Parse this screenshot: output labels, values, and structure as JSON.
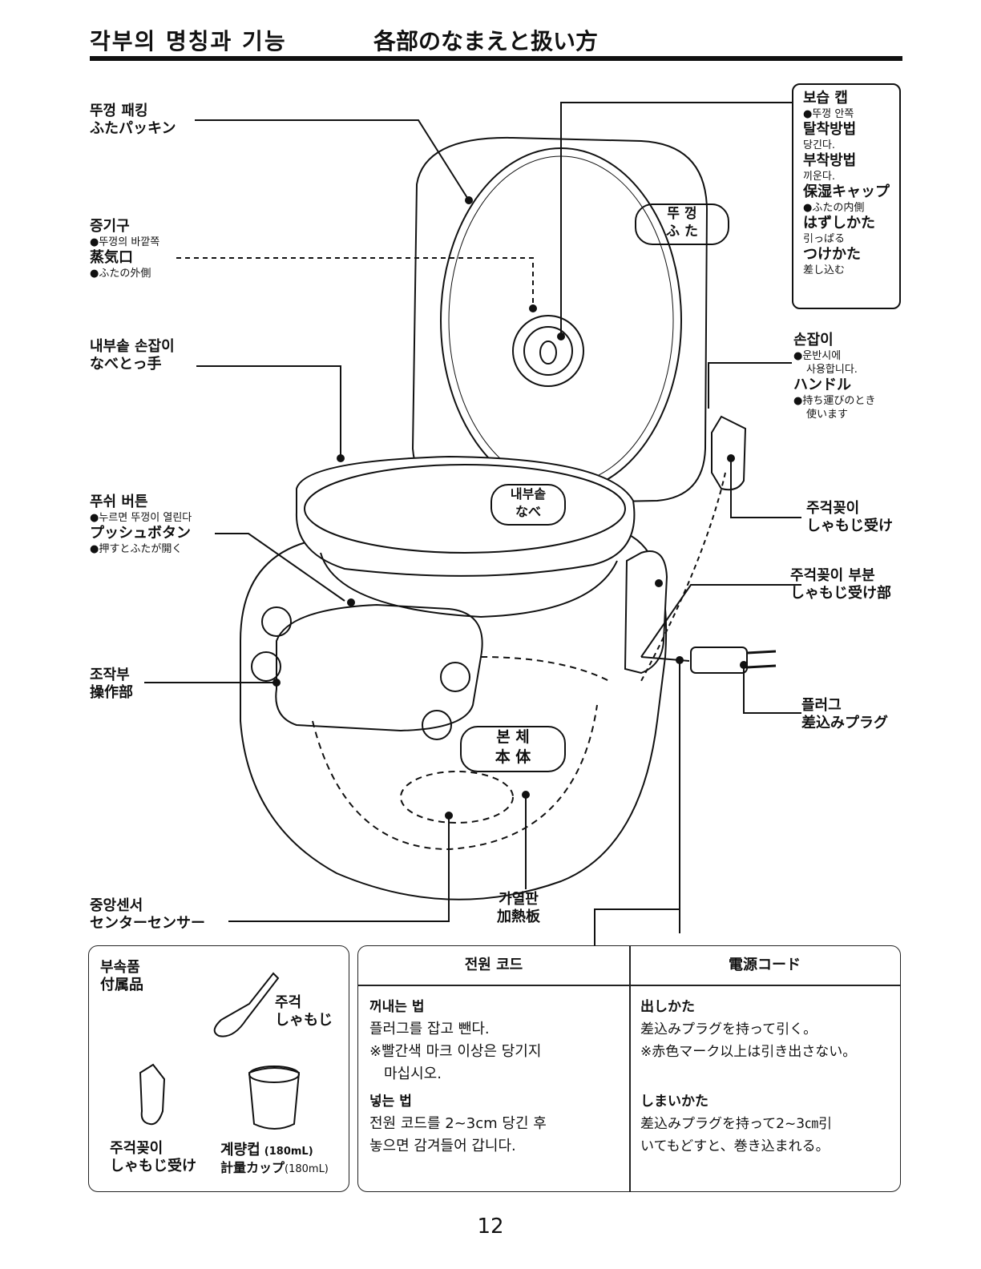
{
  "header": {
    "title_ko": "각부의 명칭과 기능",
    "title_ja": "各部のなまえと扱い方"
  },
  "labels": {
    "lid_packing": {
      "ko": "뚜껑 패킹",
      "ja": "ふたパッキン"
    },
    "steam_vent": {
      "ko": "증기구",
      "ko_note": "●뚜껑의 바깥쪽",
      "ja": "蒸気口",
      "ja_note": "●ふたの外側"
    },
    "pot_handle": {
      "ko": "내부솥 손잡이",
      "ja": "なべとっ手"
    },
    "push_button": {
      "ko": "푸쉬 버튼",
      "ko_note": "●누르면 뚜껑이 열린다",
      "ja": "プッシュボタン",
      "ja_note": "●押すとふたが開く"
    },
    "control_panel": {
      "ko": "조작부",
      "ja": "操作部"
    },
    "center_sensor": {
      "ko": "중앙센서",
      "ja": "センターセンサー"
    },
    "heating_plate": {
      "ko": "가열판",
      "ja": "加熱板"
    },
    "lid": {
      "ko": "뚜 껑",
      "ja": "ふ た"
    },
    "inner_pot": {
      "ko": "내부솥",
      "ja": "なべ"
    },
    "body": {
      "ko": "본 체",
      "ja": "本 体"
    },
    "handle": {
      "ko": "손잡이",
      "ko_note1": "●운반시에",
      "ko_note2": "사용합니다.",
      "ja": "ハンドル",
      "ja_note1": "●持ち運びのとき",
      "ja_note2": "使います"
    },
    "scoop_holder": {
      "ko": "주걱꽂이",
      "ja": "しゃもじ受け"
    },
    "scoop_holder_part": {
      "ko": "주걱꽂이 부분",
      "ja": "しゃもじ受け部"
    },
    "plug": {
      "ko": "플러그",
      "ja": "差込みプラグ"
    }
  },
  "cap_box": {
    "ko_title": "보습 캡",
    "ko_note": "●뚜껑 안쪽",
    "ko_remove": "탈착방법",
    "ko_remove_note": "당긴다.",
    "ko_attach": "부착방법",
    "ko_attach_note": "끼운다.",
    "ja_title": "保湿キャップ",
    "ja_note": "●ふたの内側",
    "ja_remove": "はずしかた",
    "ja_remove_note": "引っぱる",
    "ja_attach": "つけかた",
    "ja_attach_note": "差し込む"
  },
  "accessories": {
    "title_ko": "부속품",
    "title_ja": "付属品",
    "paddle_ko": "주걱",
    "paddle_ja": "しゃもじ",
    "holder_ko": "주걱꽂이",
    "holder_ja": "しゃもじ受け",
    "cup_ko": "계량컵",
    "cup_ko_size": "(180mL)",
    "cup_ja": "計量カップ",
    "cup_ja_size": "(180mL)"
  },
  "cord": {
    "head_ko": "전원 코드",
    "head_ja": "電源コード",
    "ko_out_title": "꺼내는 법",
    "ko_out_1": "플러그를 잡고 뺀다.",
    "ko_out_2": "※빨간색 마크 이상은 당기지",
    "ko_out_3": "마십시오.",
    "ko_in_title": "넣는 법",
    "ko_in_1": "전원 코드를 2~3cm 당긴 후",
    "ko_in_2": "놓으면 감겨들어 갑니다.",
    "ja_out_title": "出しかた",
    "ja_out_1": "差込みプラグを持って引く。",
    "ja_out_2": "※赤色マーク以上は引き出さない。",
    "ja_in_title": "しまいかた",
    "ja_in_1": "差込みプラグを持って2~3㎝引",
    "ja_in_2": "いてもどすと、巻き込まれる。"
  },
  "page_number": "12"
}
